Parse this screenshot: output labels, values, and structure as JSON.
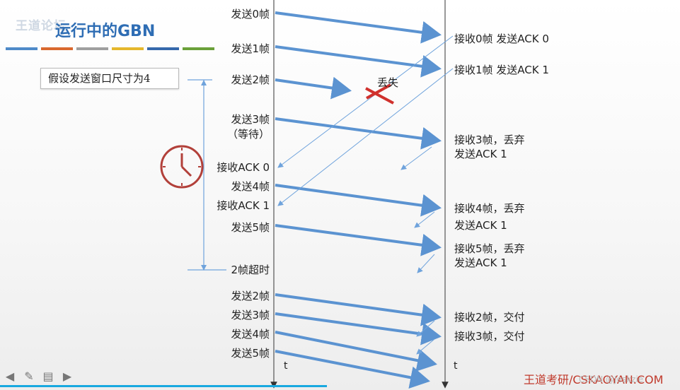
{
  "header": {
    "watermark": "王道论坛",
    "title": "运行中的GBN",
    "accent_colors": [
      "#4e8ac8",
      "#d9682e",
      "#9e9e9e",
      "#e5b72c",
      "#3568ab",
      "#6aa039"
    ]
  },
  "assumption": "假设发送窗口尺寸为4",
  "sender_events": [
    {
      "id": "send0",
      "text": "发送0帧"
    },
    {
      "id": "send1",
      "text": "发送1帧"
    },
    {
      "id": "send2",
      "text": "发送2帧"
    },
    {
      "id": "send3",
      "text": "发送3帧"
    },
    {
      "id": "wait",
      "text": "（等待）"
    },
    {
      "id": "rack0",
      "text": "接收ACK 0"
    },
    {
      "id": "send4",
      "text": "发送4帧"
    },
    {
      "id": "rack1",
      "text": "接收ACK 1"
    },
    {
      "id": "send5",
      "text": "发送5帧"
    },
    {
      "id": "timeout",
      "text": "2帧超时"
    },
    {
      "id": "resend2",
      "text": "发送2帧"
    },
    {
      "id": "resend3",
      "text": "发送3帧"
    },
    {
      "id": "resend4",
      "text": "发送4帧"
    },
    {
      "id": "resend5",
      "text": "发送5帧"
    }
  ],
  "receiver_events": [
    {
      "id": "r0",
      "text": "接收0帧 发送ACK 0"
    },
    {
      "id": "r1",
      "text": "接收1帧 发送ACK 1"
    },
    {
      "id": "r3a",
      "text": "接收3帧，丢弃"
    },
    {
      "id": "r3b",
      "text": "发送ACK 1"
    },
    {
      "id": "r4a",
      "text": "接收4帧，丢弃"
    },
    {
      "id": "r4b",
      "text": "发送ACK 1"
    },
    {
      "id": "r5a",
      "text": "接收5帧，丢弃"
    },
    {
      "id": "r5b",
      "text": "发送ACK 1"
    },
    {
      "id": "r2d",
      "text": "接收2帧，交付"
    },
    {
      "id": "r3d",
      "text": "接收3帧，交付"
    }
  ],
  "lost_label": "丢失",
  "time_axis_label": "t",
  "footer": {
    "brand": "王道考研/CSKAOYAN.COM",
    "note": "CSDN @Jeskzie"
  },
  "colors": {
    "frame_arrow": "#5b93d1",
    "ack_arrow": "#6fa3dc",
    "lost_cross": "#d0312d",
    "clock": "#b2403a"
  }
}
